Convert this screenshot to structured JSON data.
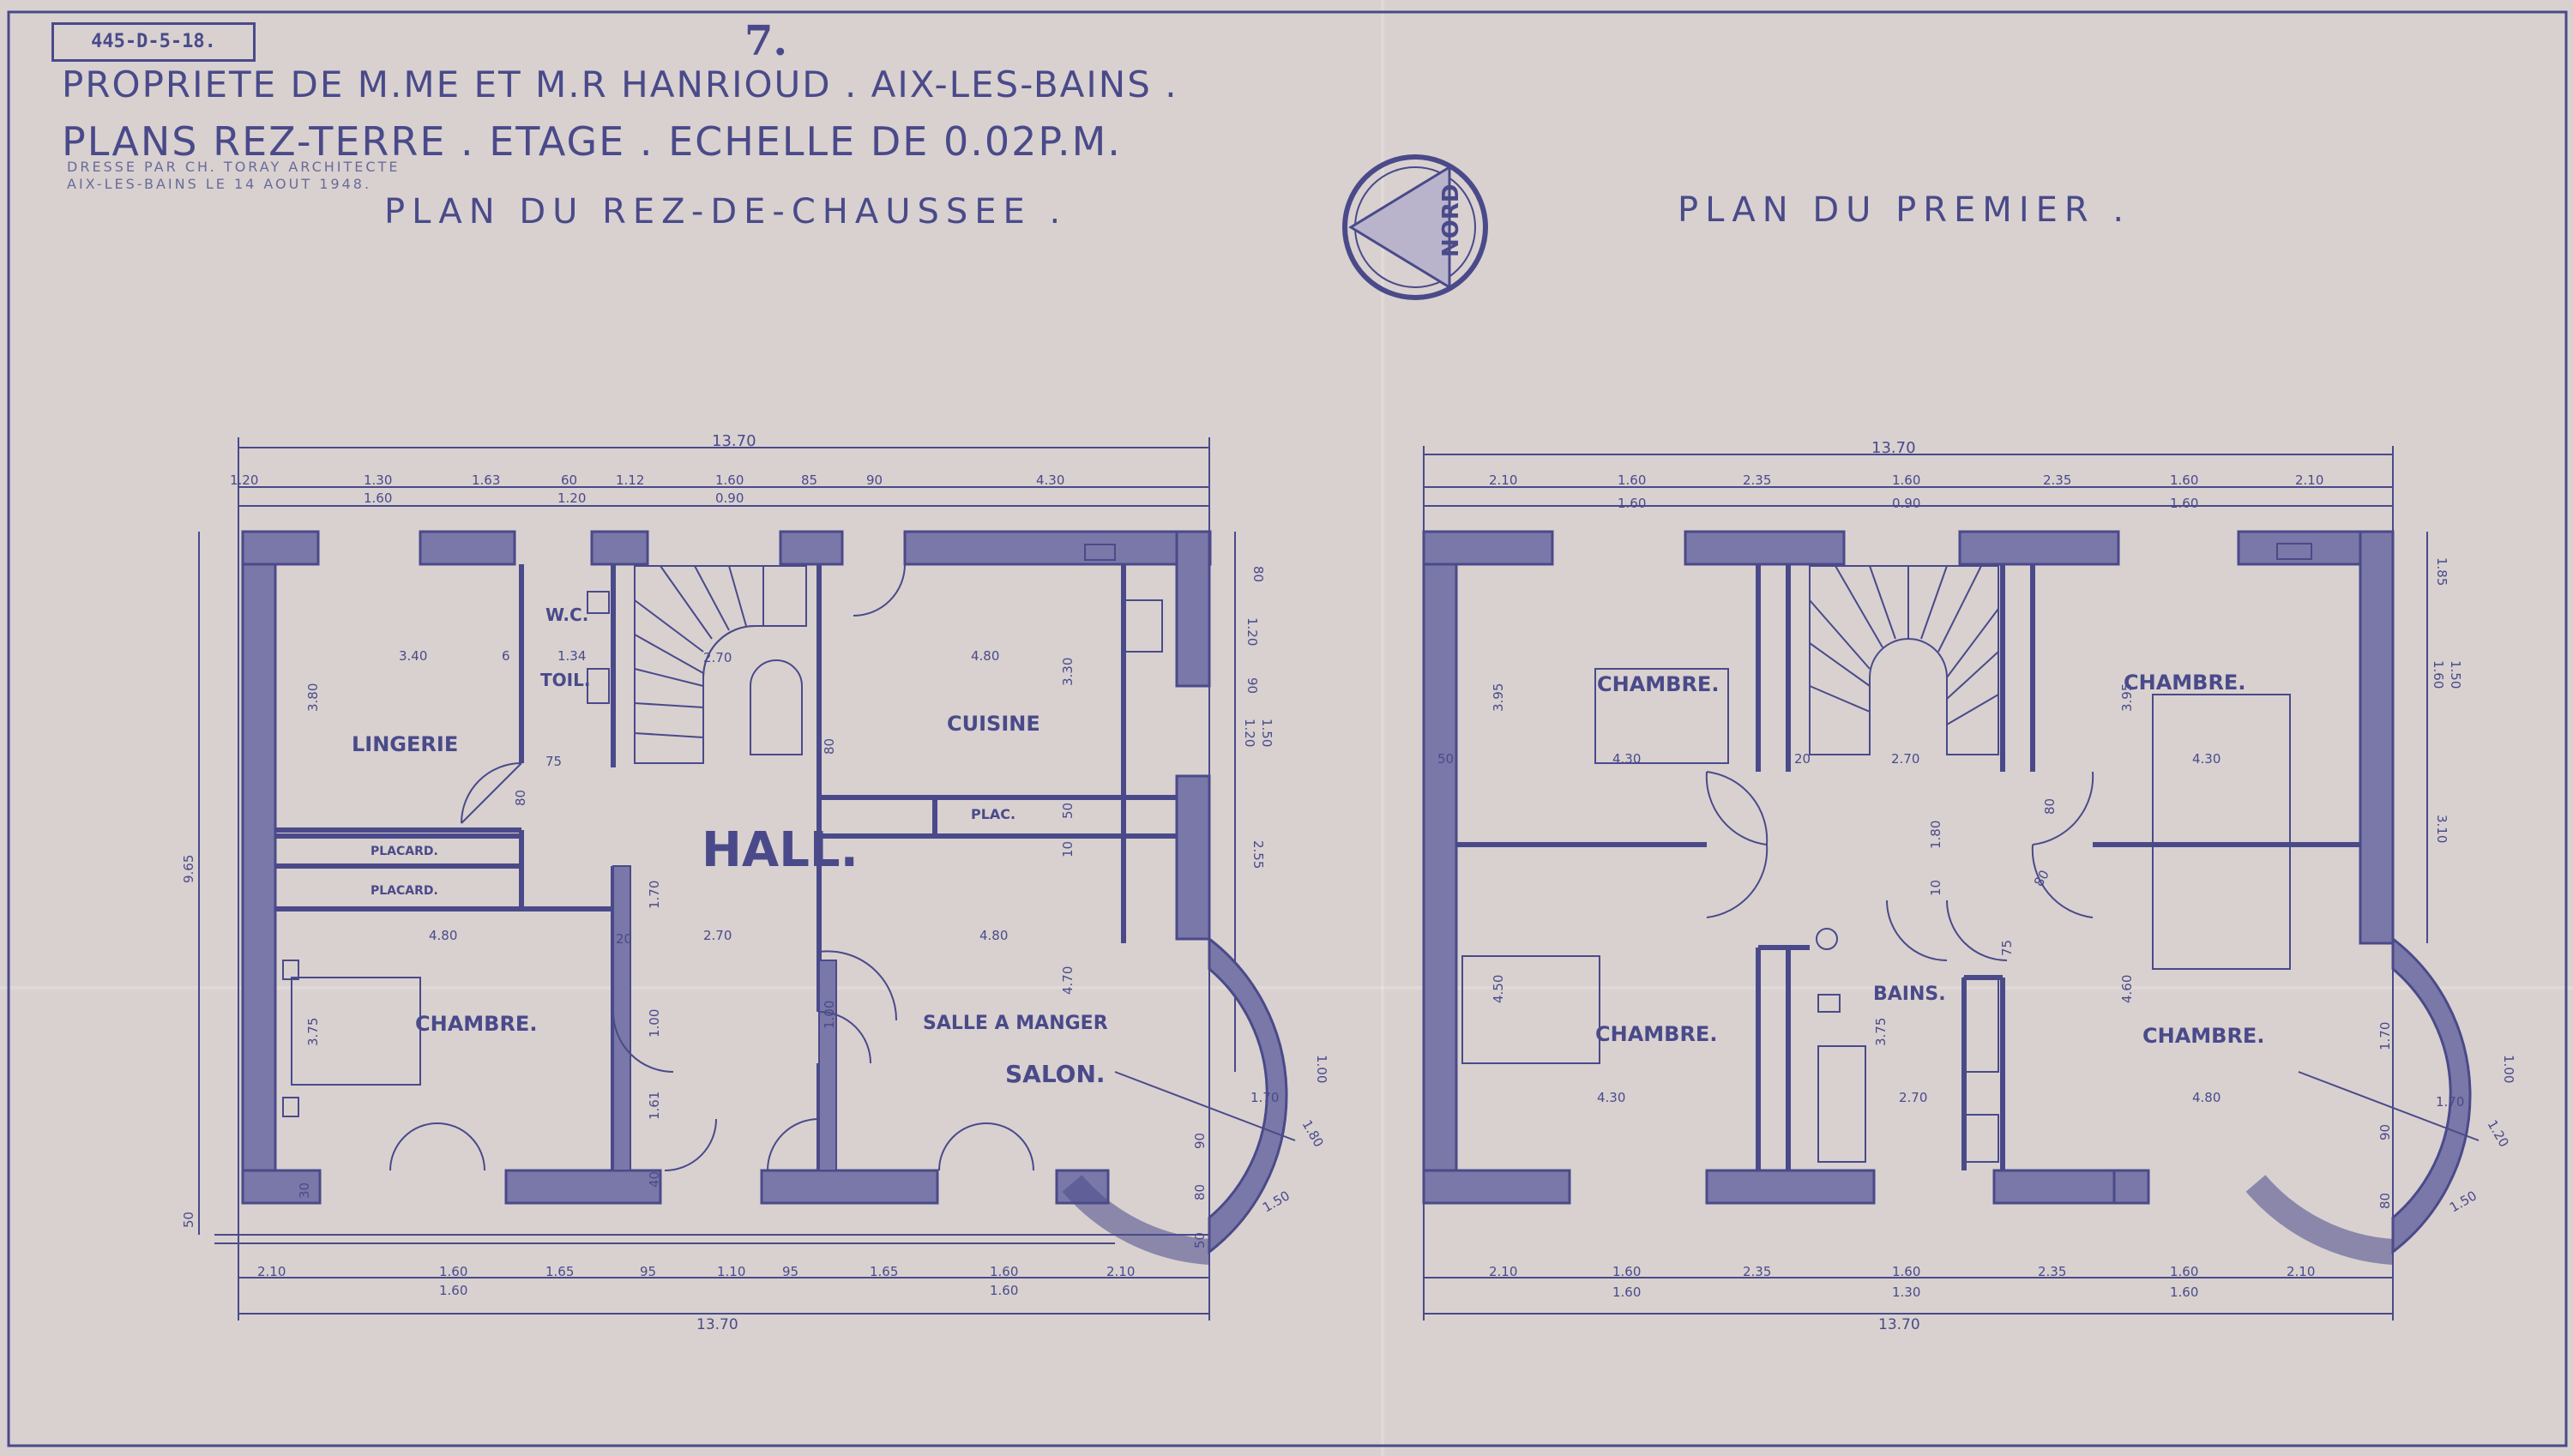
{
  "header": {
    "ref_number": "445-D-5-18.",
    "sheet_number": "7.",
    "line1": "PROPRIETE DE M.ME ET M.R HANRIOUD . AIX-LES-BAINS .",
    "line2": "PLANS REZ-TERRE . ETAGE . ECHELLE DE 0.02P.M.",
    "line3": "DRESSE PAR CH. TORAY ARCHITECTE",
    "line4": "AIX-LES-BAINS LE 14 AOUT 1948."
  },
  "compass": {
    "label": "NORD"
  },
  "colors": {
    "paper": "#d8d1d0",
    "ink": "#4a4a8a",
    "wall": "#7a78a8"
  },
  "ground_floor": {
    "title": "PLAN DU REZ-DE-CHAUSSEE .",
    "rooms": {
      "lingerie": "LINGERIE",
      "wc": "W.C.",
      "toil": "TOIL.",
      "cuisine": "CUISINE",
      "plac": "PLAC.",
      "hall": "HALL.",
      "placard1": "PLACARD.",
      "placard2": "PLACARD.",
      "chambre": "CHAMBRE.",
      "salle": "SALLE A MANGER",
      "salon": "SALON."
    },
    "dims": {
      "top_total": "13.70",
      "top_row": [
        "1.20",
        "1.30",
        "1.63",
        "60",
        "1.12",
        "1.60",
        "85",
        "90",
        "4.30"
      ],
      "top_row2": [
        "1.60",
        "1.20",
        "0.90"
      ],
      "bottom_row": [
        "2.10",
        "1.60",
        "1.65",
        "95",
        "1.10",
        "95",
        "1.65",
        "1.60",
        "2.10"
      ],
      "bottom_row2": [
        "1.60",
        "1.60"
      ],
      "bottom_total": "13.70",
      "left_total": "9.65",
      "left_small": "50",
      "right_col": [
        "80",
        "1.20",
        "90",
        "1.20",
        "1.50",
        "2.55"
      ],
      "inner": {
        "lingerie_w": "3.40",
        "lingerie_h": "3.80",
        "wc_w": "1.34",
        "stair": "2.70",
        "cuisine_w": "4.80",
        "cuisine_h": "3.30",
        "chambre_w": "4.80",
        "chambre_h": "3.75",
        "hall_w": "2.70",
        "salle_w": "4.80",
        "salle_h": "4.70",
        "door_75": "75",
        "door_80a": "80",
        "door_80b": "80",
        "hall_170": "1.70",
        "dim_100a": "1.00",
        "dim_100b": "1.00",
        "dim_161": "1.61",
        "bay_170": "1.70",
        "bay_100": "1.00",
        "bay_180": "1.80",
        "bay_150": "1.50",
        "bay_90": "90",
        "bay_80": "80",
        "bay_50": "50",
        "plac_50": "50",
        "n10": "10",
        "n20": "20",
        "n6": "6",
        "n30": "30",
        "n40": "40"
      }
    }
  },
  "first_floor": {
    "title": "PLAN DU PREMIER .",
    "rooms": {
      "ch_nw": "CHAMBRE.",
      "ch_ne": "CHAMBRE.",
      "ch_sw": "CHAMBRE.",
      "ch_se": "CHAMBRE.",
      "bains": "BAINS."
    },
    "dims": {
      "top_total": "13.70",
      "top_row": [
        "2.10",
        "1.60",
        "2.35",
        "1.60",
        "2.35",
        "1.60",
        "2.10"
      ],
      "top_row2": [
        "1.60",
        "0.90",
        "1.60"
      ],
      "bottom_row": [
        "2.10",
        "1.60",
        "2.35",
        "1.60",
        "2.35",
        "1.60",
        "2.10"
      ],
      "bottom_row2": [
        "1.60",
        "1.30",
        "1.60"
      ],
      "bottom_total": "13.70",
      "right_col": [
        "1.85",
        "1.60",
        "1.50",
        "3.10"
      ],
      "inner": {
        "nw_w": "4.30",
        "nw_h": "3.95",
        "stair": "2.70",
        "ne_w": "4.30",
        "ne_h": "3.95",
        "sw_w": "4.30",
        "sw_h": "4.50",
        "bains_w": "2.70",
        "bains_h": "3.75",
        "se_w": "4.80",
        "se_h": "4.60",
        "c180": "1.80",
        "c80a": "80",
        "c80b": "80",
        "c75": "75",
        "c10": "10",
        "bay_170a": "1.70",
        "bay_170b": "1.70",
        "bay_100": "1.00",
        "bay_120": "1.20",
        "bay_150": "1.50",
        "bay_90": "90",
        "bay_80": "80",
        "n50": "50",
        "n20": "20"
      }
    }
  }
}
